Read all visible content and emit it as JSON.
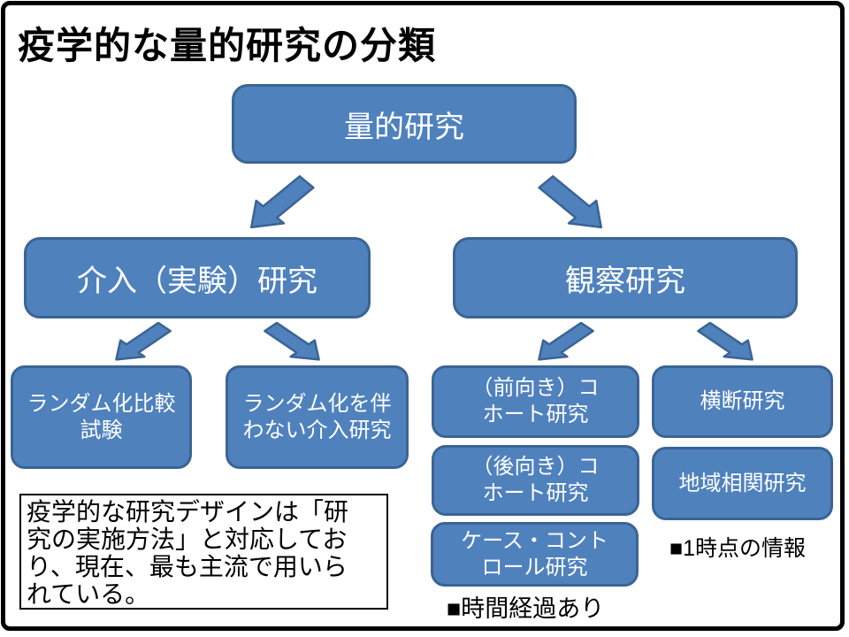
{
  "colors": {
    "box_fill": "#4F81BD",
    "box_border": "#3A6494",
    "box_text": "#FFFFFF",
    "slide_bg": "#FFFFFF",
    "slide_border": "#000000",
    "note_text": "#000000"
  },
  "title": "疫学的な量的研究の分類",
  "tree": {
    "root": "量的研究",
    "left_branch": "介入（実験）研究",
    "right_branch": "観察研究",
    "left_children": {
      "rct": "ランダム化比較\n試験",
      "non_randomized": "ランダム化を伴\nわない介入研究"
    },
    "right_children": {
      "prospective_cohort": "（前向き）コ\nホート研究",
      "retrospective_cohort": "（後向き）コ\nホート研究",
      "case_control": "ケース・コント\nロール研究",
      "cross_sectional": "横断研究",
      "ecological": "地域相関研究"
    }
  },
  "notes": {
    "time_elapsed": "■時間経過あり",
    "one_time_point": "■1時点の情報",
    "description": "疫学的な研究デザインは「研\n究の実施方法」と対応してお\nり、現在、最も主流で用いら\nれている。"
  }
}
